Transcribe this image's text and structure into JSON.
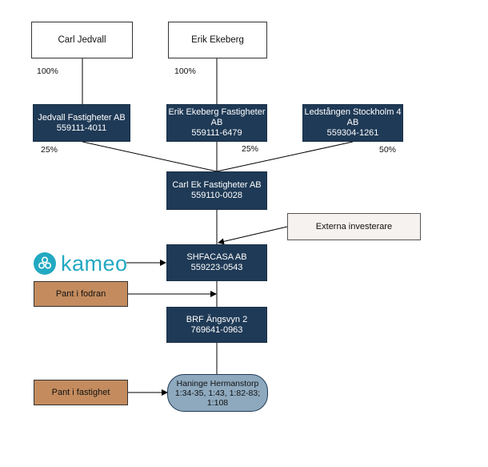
{
  "persons": [
    {
      "name": "Carl Jedvall",
      "ownership": "100%"
    },
    {
      "name": "Erik Ekeberg",
      "ownership": "100%"
    }
  ],
  "holding_companies": [
    {
      "name": "Jedvall Fastigheter AB",
      "org_nr": "559111-4011",
      "ownership": "25%"
    },
    {
      "name": "Erik Ekeberg Fastigheter AB",
      "org_nr": "559111-6479",
      "ownership": "25%"
    },
    {
      "name": "Ledstången Stockholm 4 AB",
      "org_nr": "559304-1261",
      "ownership": "50%"
    }
  ],
  "parent_company": {
    "name": "Carl Ek Fastigheter AB",
    "org_nr": "559110-0028"
  },
  "external_investors": "Externa investerare",
  "main_company": {
    "name": "SHFACASA AB",
    "org_nr": "559223-0543"
  },
  "lender_logo": {
    "text": "kameo",
    "icon": "kameo-logo-icon",
    "color": "#22a9c2"
  },
  "pledges": {
    "receivable": "Pant i fodran",
    "property": "Pant i fastighet"
  },
  "brf": {
    "name": "BRF Ängsvyn 2",
    "org_nr": "769641-0963"
  },
  "property": {
    "name": "Haninge Hermanstorp",
    "designations": "1:34-35, 1:43, 1:82-83; 1:108"
  },
  "colors": {
    "company_fill": "#1f3a56",
    "pledge_fill": "#c48c5e",
    "property_fill": "#8ea9be",
    "external_fill": "#f6f2f0",
    "kameo_teal": "#22a9c2"
  }
}
